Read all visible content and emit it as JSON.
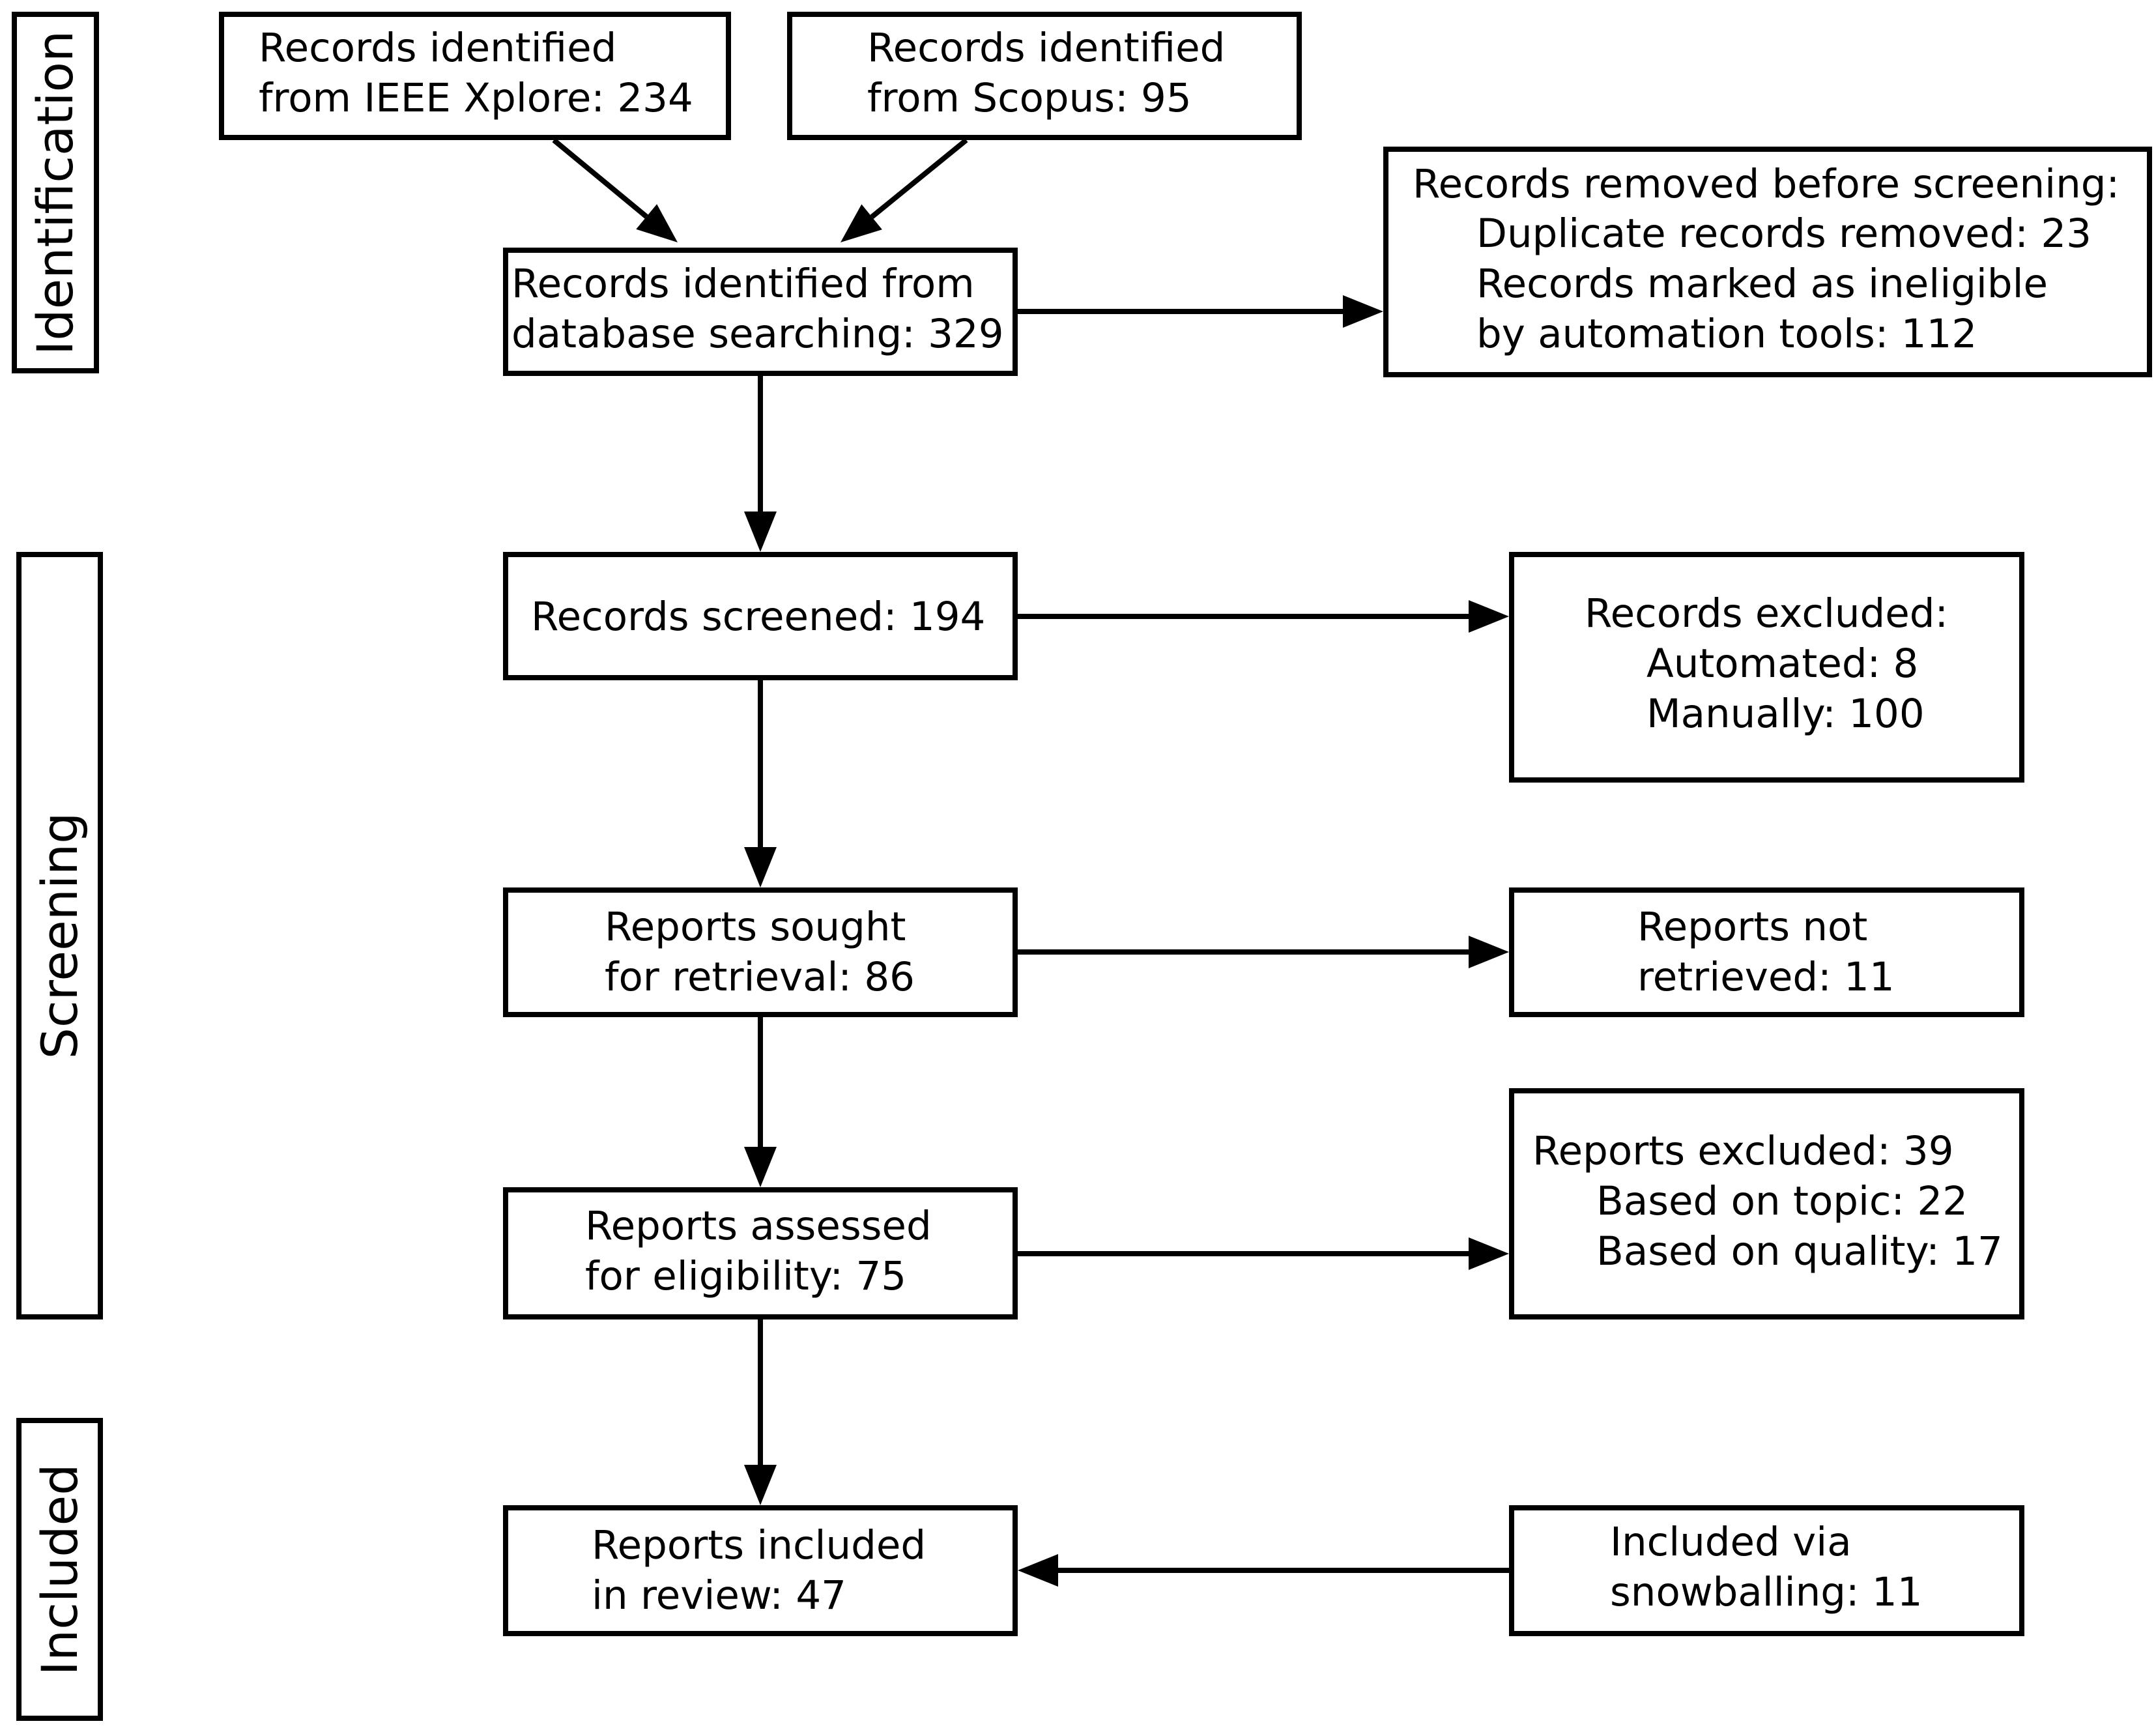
{
  "phases": [
    {
      "id": "identification",
      "label": "Identification"
    },
    {
      "id": "screening",
      "label": "Screening"
    },
    {
      "id": "included",
      "label": "Included"
    }
  ],
  "boxes": [
    {
      "id": "ieee",
      "lines": [
        "Records identified",
        "from IEEE Xplore: 234"
      ]
    },
    {
      "id": "scopus",
      "lines": [
        "Records identified",
        "from Scopus: 95"
      ]
    },
    {
      "id": "database",
      "lines": [
        "Records identified from",
        "database searching: 329"
      ]
    },
    {
      "id": "removed",
      "lines": [
        "Records removed before screening:",
        "Duplicate records removed: 23",
        "Records marked as ineligible",
        "by automation tools: 112"
      ]
    },
    {
      "id": "screened",
      "lines": [
        "Records screened: 194"
      ]
    },
    {
      "id": "excluded",
      "lines": [
        "Records excluded:",
        "Automated: 8",
        "Manually: 100"
      ]
    },
    {
      "id": "sought",
      "lines": [
        "Reports sought",
        "for retrieval: 86"
      ]
    },
    {
      "id": "not-retrieved",
      "lines": [
        "Reports not",
        "retrieved: 11"
      ]
    },
    {
      "id": "assessed",
      "lines": [
        "Reports assessed",
        "for eligibility: 75"
      ]
    },
    {
      "id": "reports-excluded",
      "lines": [
        "Reports excluded: 39",
        "Based on topic: 22",
        "Based on quality: 17"
      ]
    },
    {
      "id": "included",
      "lines": [
        "Reports included",
        "in review: 47"
      ]
    },
    {
      "id": "snowballing",
      "lines": [
        "Included via",
        "snowballing: 11"
      ]
    }
  ],
  "edges": [
    {
      "from": "ieee",
      "to": "database"
    },
    {
      "from": "scopus",
      "to": "database"
    },
    {
      "from": "database",
      "to": "removed"
    },
    {
      "from": "database",
      "to": "screened"
    },
    {
      "from": "screened",
      "to": "excluded"
    },
    {
      "from": "screened",
      "to": "sought"
    },
    {
      "from": "sought",
      "to": "not-retrieved"
    },
    {
      "from": "sought",
      "to": "assessed"
    },
    {
      "from": "assessed",
      "to": "reports-excluded"
    },
    {
      "from": "assessed",
      "to": "included"
    },
    {
      "from": "snowballing",
      "to": "included"
    }
  ]
}
